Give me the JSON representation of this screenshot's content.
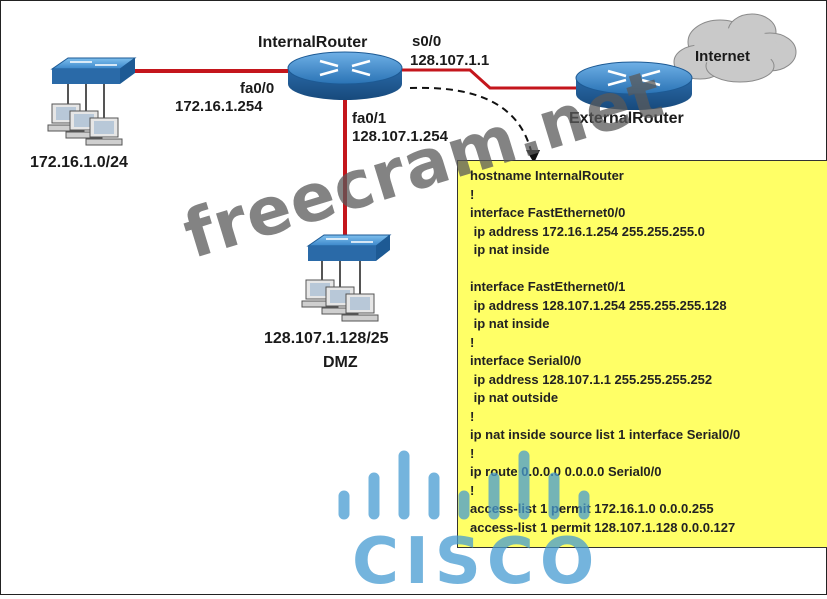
{
  "devices": {
    "internal_router": "InternalRouter",
    "external_router": "ExternalRouter",
    "internet": "Internet"
  },
  "interfaces": {
    "s00_name": "s0/0",
    "s00_ip": "128.107.1.1",
    "fa00_name": "fa0/0",
    "fa00_ip": "172.16.1.254",
    "fa01_name": "fa0/1",
    "fa01_ip": "128.107.1.254"
  },
  "networks": {
    "lan": "172.16.1.0/24",
    "dmz_subnet": "128.107.1.128/25",
    "dmz_label": "DMZ"
  },
  "config_lines": [
    "hostname InternalRouter",
    "!",
    "interface FastEthernet0/0",
    " ip address 172.16.1.254 255.255.255.0",
    " ip nat inside",
    "",
    "interface FastEthernet0/1",
    " ip address 128.107.1.254 255.255.255.128",
    " ip nat inside",
    "!",
    "interface Serial0/0",
    " ip address 128.107.1.1 255.255.255.252",
    " ip nat outside",
    "!",
    "ip nat inside source list 1 interface Serial0/0",
    "!",
    "ip route 0.0.0.0 0.0.0.0 Serial0/0",
    "!",
    "access-list 1 permit 172.16.1.0 0.0.0.255",
    "access-list 1 permit 128.107.1.128 0.0.0.127"
  ],
  "watermark": "freecram.net",
  "logo_text": "CISCO",
  "colors": {
    "link": "#c4161c",
    "router": "#2f7fc1",
    "switch": "#3a86c9",
    "config_bg": "#ffff66"
  }
}
